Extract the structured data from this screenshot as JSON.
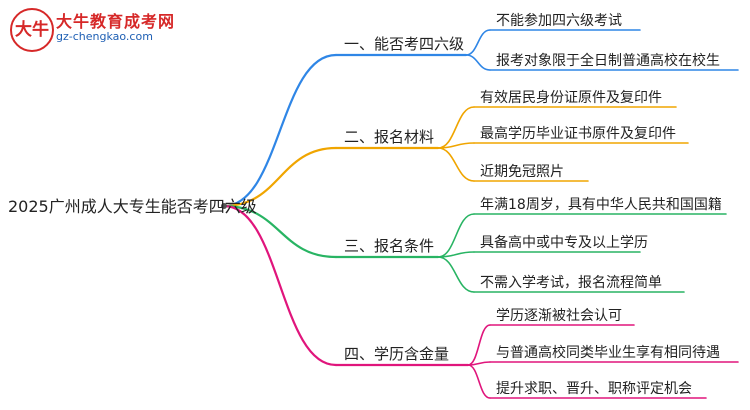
{
  "watermark": {
    "badge_text": "大牛",
    "name": "大牛教育成考网",
    "url": "gz-chengkao.com"
  },
  "root": {
    "label": "2025广州成人大专生能否考四六级"
  },
  "branches": [
    {
      "label": "一、能否考四六级",
      "color": "#2f86e6",
      "leaves": [
        "不能参加四六级考试",
        "报考对象限于全日制普通高校在校生"
      ]
    },
    {
      "label": "二、报名材料",
      "color": "#f0a500",
      "leaves": [
        "有效居民身份证原件及复印件",
        "最高学历毕业证书原件及复印件",
        "近期免冠照片"
      ]
    },
    {
      "label": "三、报名条件",
      "color": "#28b463",
      "leaves": [
        "年满18周岁，具有中华人民共和国国籍",
        "具备高中或中专及以上学历",
        "不需入学考试，报名流程简单"
      ]
    },
    {
      "label": "四、学历含金量",
      "color": "#e0157c",
      "leaves": [
        "学历逐渐被社会认可",
        "与普通高校同类毕业生享有相同待遇",
        "提升求职、晋升、职称评定机会"
      ]
    }
  ]
}
